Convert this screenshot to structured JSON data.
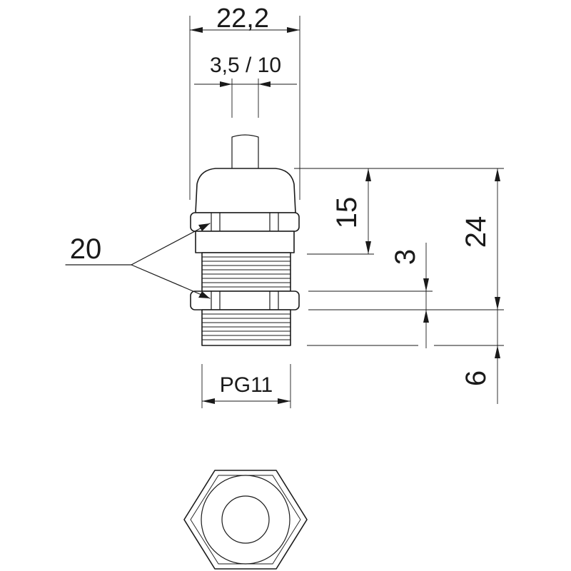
{
  "drawing": {
    "dimensions": {
      "overall_width": "22,2",
      "cable_range": "3,5 / 10",
      "wrench_size": "20",
      "cap_height": "15",
      "nut_height": "3",
      "overall_height": "24",
      "thread_length": "6",
      "thread_spec": "PG11"
    },
    "colors": {
      "line": "#1a1a1a",
      "background": "#ffffff"
    }
  }
}
